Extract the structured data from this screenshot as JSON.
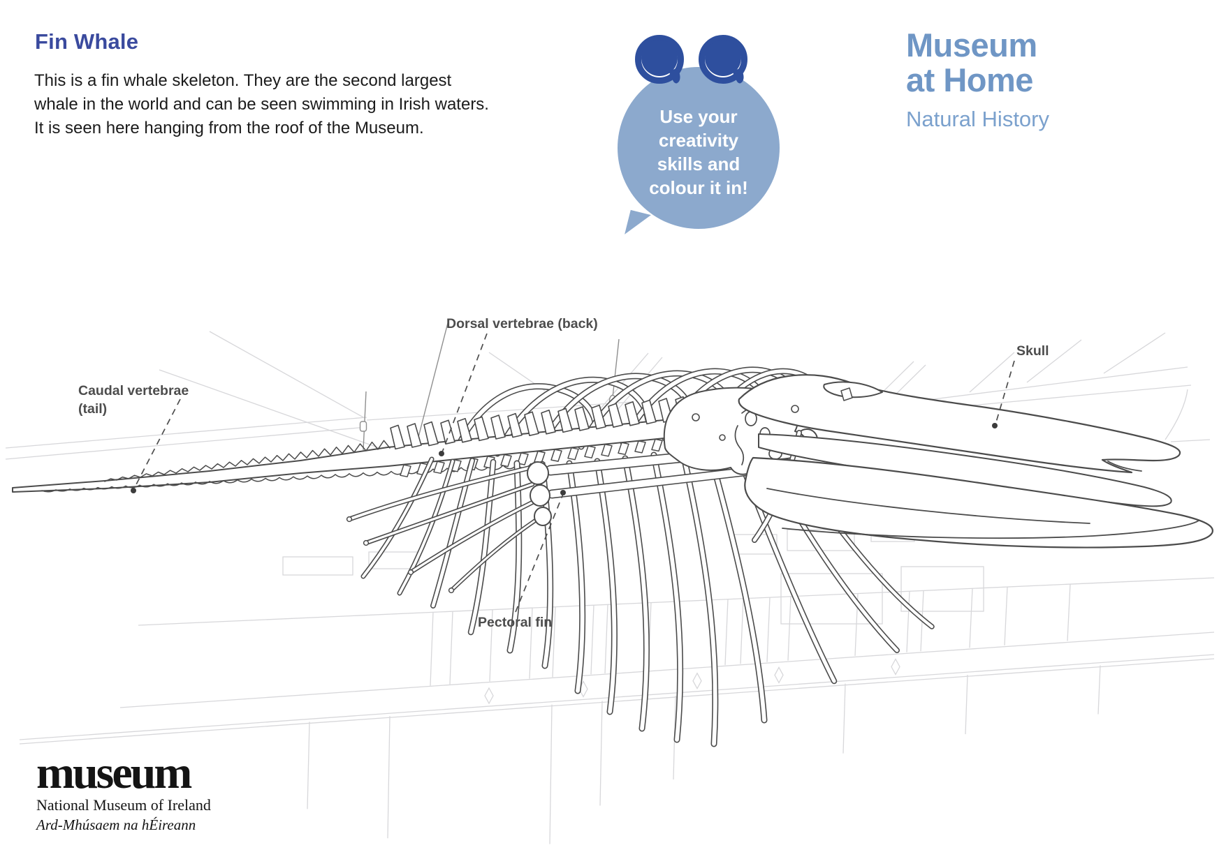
{
  "page": {
    "title": "Fin Whale",
    "description": "This is a fin whale skeleton. They are the second largest\nwhale in the world and can be seen swimming in Irish waters.\nIt is seen here hanging from the roof of the Museum."
  },
  "bubble": {
    "text": "Use your\ncreativity\nskills and\ncolour it in!"
  },
  "brand": {
    "line1": "Museum",
    "line2": "at Home",
    "subtitle": "Natural History"
  },
  "diagram_labels": {
    "caudal": "Caudal vertebrae\n(tail)",
    "dorsal": "Dorsal vertebrae (back)",
    "skull": "Skull",
    "pectoral": "Pectoral fin"
  },
  "footer": {
    "wordmark": "museum",
    "org": "National Museum of Ireland",
    "org_irish": "Ard-Mhúsaem na hÉireann"
  },
  "icons": {
    "eyes": "googly-eyes",
    "bubble": "speech-bubble"
  },
  "colors": {
    "heading": "#3a4a9e",
    "body_text": "#1b1b1b",
    "bubble": "#8ca9cd",
    "eye": "#2e4f9e",
    "brand": "#6f96c5",
    "brand_light": "#7ba1cd",
    "label": "#4d4d4d",
    "skeleton_line": "#4b4b4b",
    "background_line": "#d7d7da"
  }
}
